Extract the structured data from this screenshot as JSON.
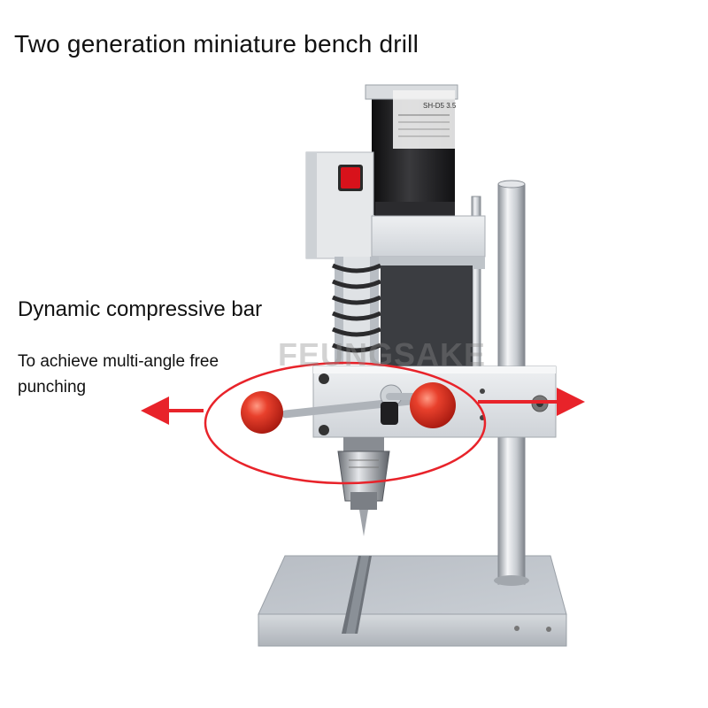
{
  "title": "Two generation miniature bench drill",
  "feature": {
    "title": "Dynamic compressive bar",
    "description": "To achieve multi-angle free punching"
  },
  "watermark": "FEUNGSAKE",
  "motor_label_text": "SH-D5 3.5",
  "colors": {
    "annotation_red": "#e8232a",
    "handle_ball": "#e0301e",
    "switch": "#d8121b",
    "motor_body": "#1d1d1f",
    "metal": "#c9cdd2",
    "base": "#b9bfc6"
  }
}
